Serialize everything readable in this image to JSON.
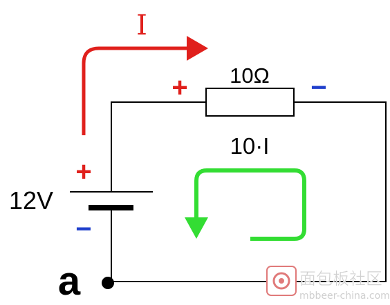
{
  "diagram": {
    "current_label": "I",
    "resistor_label": "10Ω",
    "voltage_drop_label": "10·I",
    "battery_label": "12V",
    "node_label": "a",
    "polarity": {
      "plus": "+",
      "minus": "−"
    }
  },
  "watermark": {
    "title": "面包板社区",
    "subtitle": "mbbeer-china.com"
  },
  "colors": {
    "wire": "#000000",
    "current_arrow": "#e0201c",
    "loop_arrow": "#33dd33",
    "plus": "#e0201c",
    "minus": "#1f3fcc",
    "watermark_text": "#d9d9d9",
    "watermark_logo": "#e07a7a"
  },
  "icons": {
    "current_arrow": "arrow-right-icon",
    "loop": "clockwise-loop-arrow-icon",
    "watermark": "logo-icon"
  }
}
